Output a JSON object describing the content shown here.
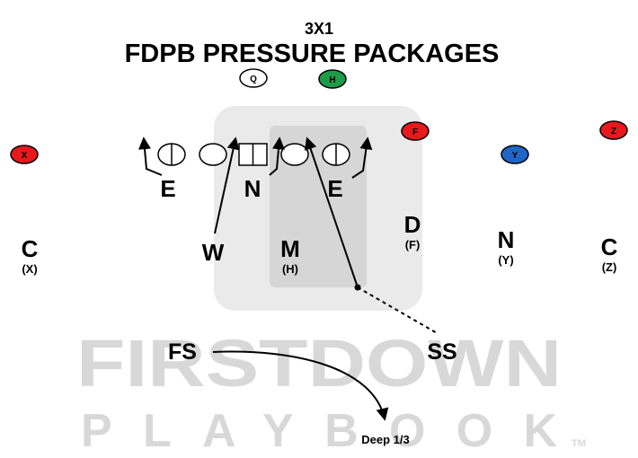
{
  "header": {
    "formation": "3X1",
    "title": "FDPB PRESSURE PACKAGES"
  },
  "watermark": {
    "line1": "FIRSTDOWN",
    "line2": "PLAYBOOK",
    "trademark": "TM"
  },
  "offense": {
    "Q": "Q",
    "H": "H",
    "F": "F",
    "X": "X",
    "Y": "Y",
    "Z": "Z",
    "colors": {
      "red": "#e8191c",
      "green": "#1f9a48",
      "blue": "#1f66c8"
    }
  },
  "defense": {
    "left_end": "E",
    "nose": "N",
    "right_end": "E",
    "will": "W",
    "mike": {
      "letter": "M",
      "sub": "(H)"
    },
    "dollar": {
      "letter": "D",
      "sub": "(F)"
    },
    "left_corner": {
      "letter": "C",
      "sub": "(X)"
    },
    "nickel": {
      "letter": "N",
      "sub": "(Y)"
    },
    "right_corner": {
      "letter": "C",
      "sub": "(Z)"
    },
    "free_safety": "FS",
    "strong_safety": "SS"
  },
  "assignments": {
    "fs_coverage": "Deep 1/3"
  }
}
